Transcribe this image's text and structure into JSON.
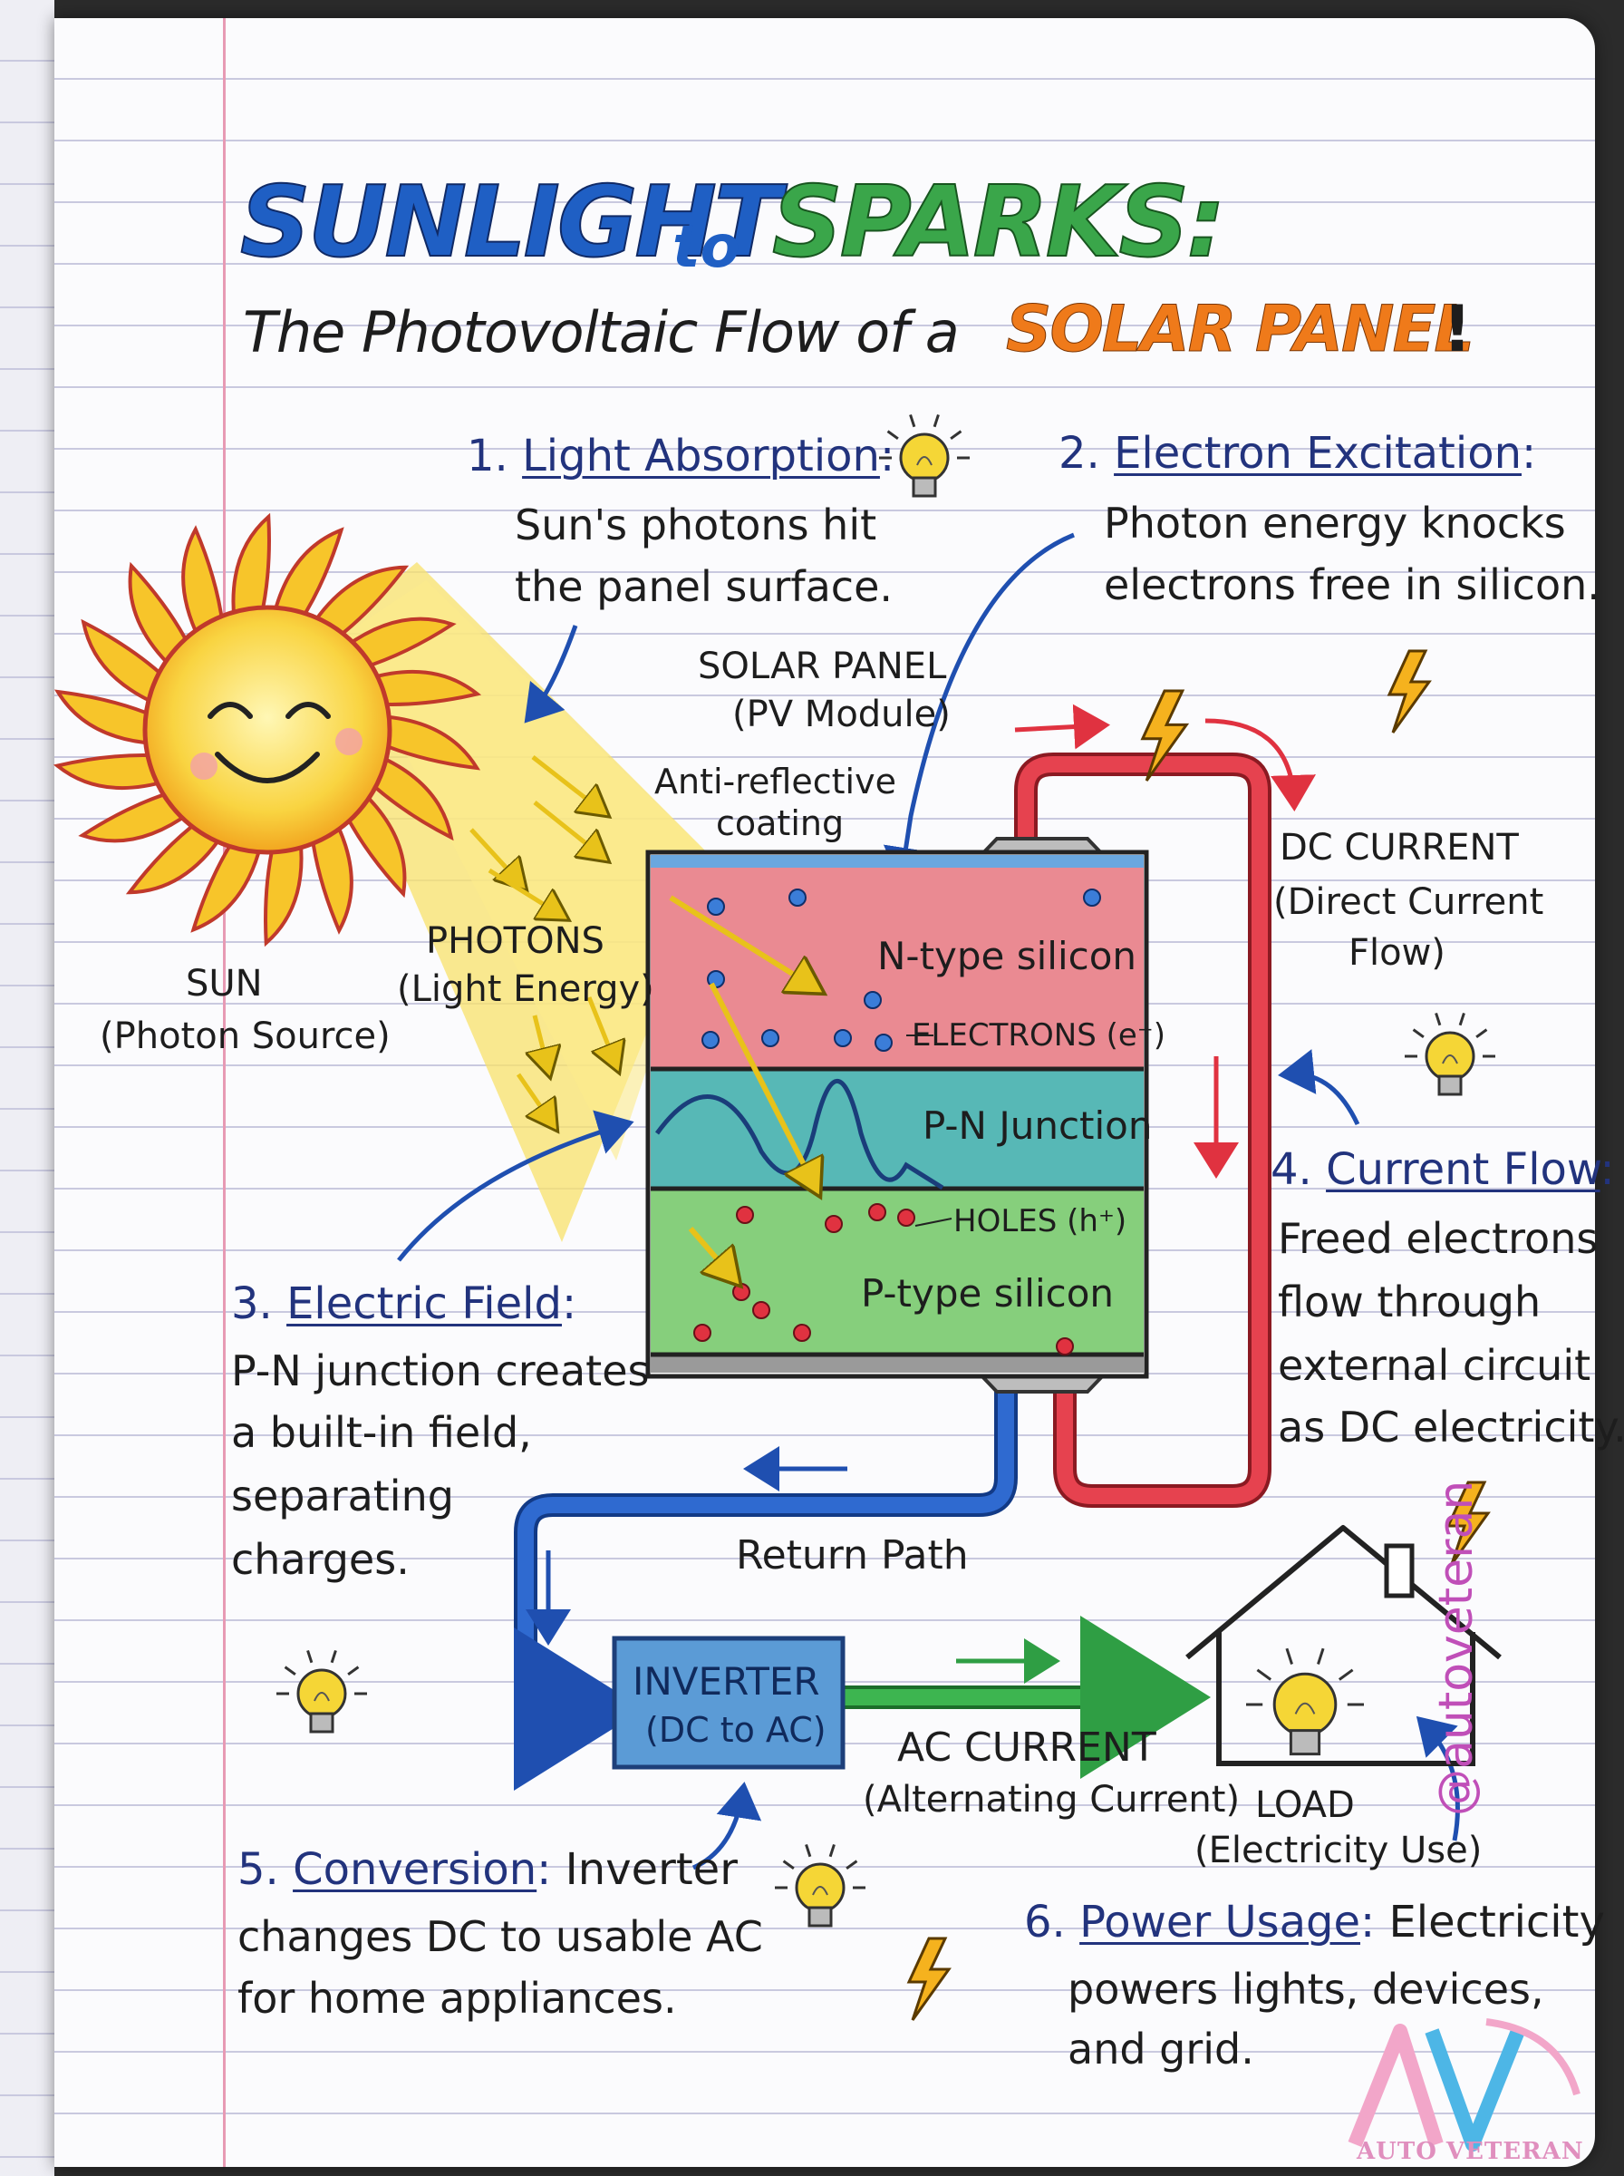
{
  "title": {
    "line1_part1": "SUNLIGHT",
    "line1_part2": "to",
    "line1_part3": "SPARKS:",
    "line2_part1": "The Photovoltaic Flow of a",
    "line2_part2": "SOLAR PANEL",
    "line2_part3": "!"
  },
  "steps": [
    {
      "num": "1.",
      "name": "Light Absorption",
      "sep": ":",
      "lines": [
        "Sun's photons hit",
        "the panel surface."
      ]
    },
    {
      "num": "2.",
      "name": "Electron Excitation",
      "sep": ":",
      "lines": [
        "Photon energy knocks",
        "electrons free in silicon."
      ]
    },
    {
      "num": "3.",
      "name": "Electric Field",
      "sep": ":",
      "lines": [
        "P-N junction creates",
        "a built-in field,",
        "separating",
        "charges."
      ]
    },
    {
      "num": "4.",
      "name": "Current Flow",
      "sep": ":",
      "lines": [
        "Freed electrons",
        "flow through",
        "external circuit",
        "as DC electricity."
      ]
    },
    {
      "num": "5.",
      "name": "Conversion",
      "sep": ":",
      "tail": "Inverter",
      "lines": [
        "changes DC to usable AC",
        "for home appliances."
      ]
    },
    {
      "num": "6.",
      "name": "Power Usage",
      "sep": ":",
      "tail": "Electricity",
      "lines": [
        "powers lights, devices,",
        "and grid."
      ]
    }
  ],
  "labels": {
    "sun": "SUN",
    "sun_sub": "(Photon Source)",
    "photons": "PHOTONS",
    "photons_sub": "(Light Energy)",
    "panel": "SOLAR PANEL",
    "panel_sub": "(PV Module)",
    "coating1": "Anti-reflective",
    "coating2": "coating",
    "ntype": "N-type silicon",
    "electrons": "ELECTRONS (e⁻)",
    "junction": "P-N Junction",
    "holes": "HOLES (h⁺)",
    "ptype": "P-type silicon",
    "dc1": "DC CURRENT",
    "dc2": "(Direct Current",
    "dc3": "Flow)",
    "return": "Return Path",
    "inverter1": "INVERTER",
    "inverter2": "(DC to AC)",
    "ac1": "AC CURRENT",
    "ac2": "(Alternating Current)",
    "load1": "LOAD",
    "load2": "(Electricity Use)",
    "handle": "@autoveteran",
    "brand_mark": "AV",
    "brand": "AUTO VETERAN"
  },
  "colors": {
    "title_blue": "#1f5fc4",
    "title_green": "#3aa64a",
    "title_orange": "#ef7a1a",
    "n_layer": "#ea8a92",
    "junction": "#57b8b6",
    "p_layer": "#86cf7c",
    "dc_wire": "#e23d4a",
    "return_wire": "#2b63c9",
    "ac_wire": "#36b04a",
    "inverter": "#5b9bd6",
    "bulb": "#f5d636",
    "sun": "#f7c52a"
  }
}
